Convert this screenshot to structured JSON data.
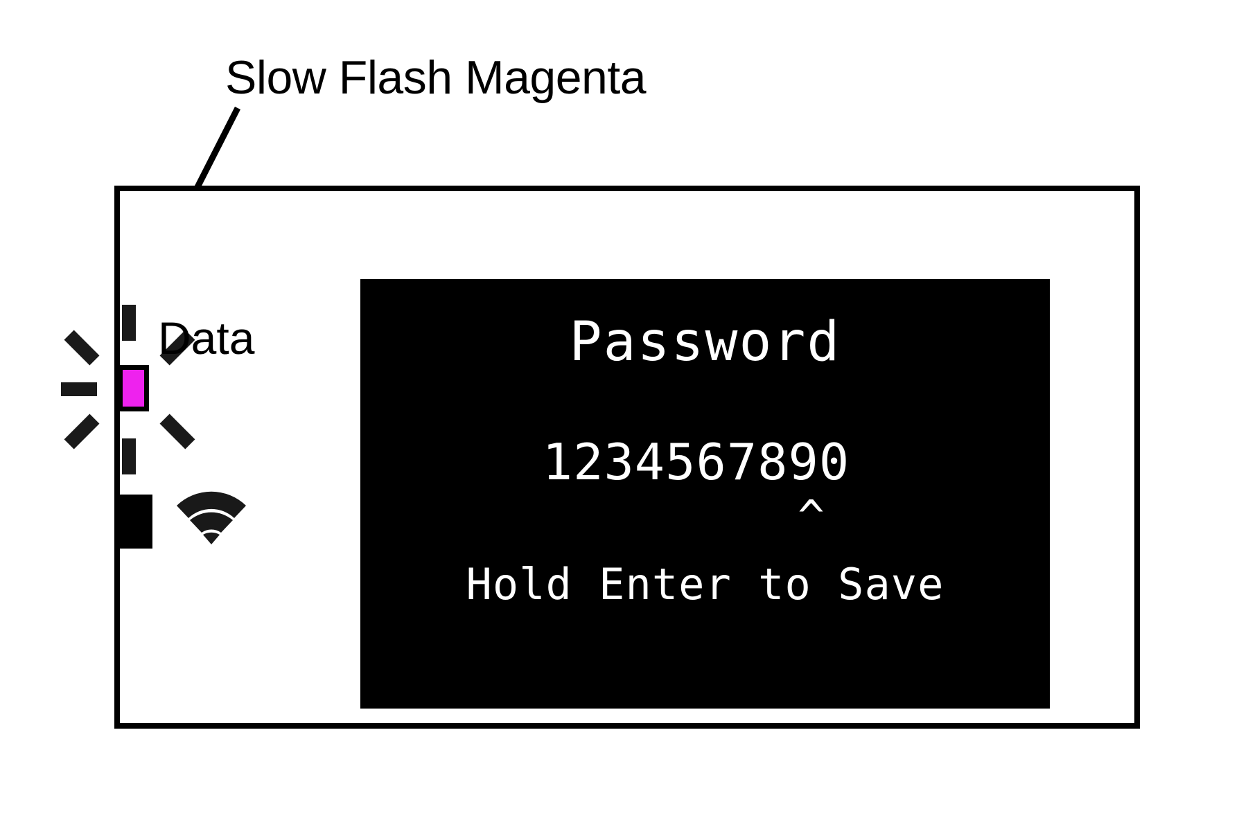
{
  "annotation": {
    "text": "Slow Flash Magenta",
    "arrow": "arrow-pointing-to-data-led"
  },
  "device": {
    "name": "wifi-device-front-panel",
    "indicators": [
      {
        "id": "data-led",
        "label": "Data",
        "color": "#ee22ee",
        "color_name": "Magenta",
        "state": "Slow Flash",
        "flashing": true
      },
      {
        "id": "secondary-led",
        "label": "",
        "color": "#000000",
        "color_name": "Off",
        "state": "Off",
        "flashing": false
      }
    ],
    "wifi_icon": "wifi-signal-icon"
  },
  "lcd": {
    "title": "Password",
    "value": "1234567890",
    "caret": "^",
    "hint": "Hold Enter to Save",
    "background": "#000000",
    "foreground": "#ffffff"
  }
}
